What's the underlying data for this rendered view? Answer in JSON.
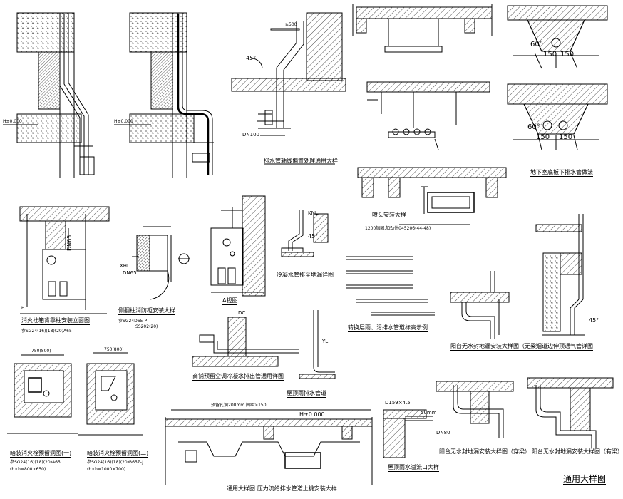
{
  "sheet_title": "通用大样图",
  "details": {
    "drain_offset": {
      "title": "排水管轴线偏置处理通用大样",
      "angle": "45°",
      "pipe": "DN100",
      "dim": "≥500"
    },
    "basement_drain": {
      "title": "地下室底板下排水管做法",
      "angle1": "60°",
      "d1a": "150",
      "d1b": "150",
      "angle2": "60°",
      "d2a": "150",
      "d2b": "150"
    },
    "sprinkler": {
      "title": "喷头安装大样",
      "note": "1200加固,加劲件045206(44-48)"
    },
    "hydrant_column": {
      "title": "消火栓箱背靠柱安装立面图",
      "pipe": "DN65",
      "ref": "参SG24(16)(18)(20)A65"
    },
    "side_cabinet": {
      "title": "侧翻柱消防柜安装大样",
      "ref": "参SG24D65-P",
      "ref2": "SS202(20)",
      "code": "XHL",
      "pipe": "DN65"
    },
    "view_a": {
      "title": "A视图"
    },
    "condensate_floor": {
      "title": "冷凝水管排至地漏详图",
      "angle": "45°",
      "code": "KNL"
    },
    "mark_example": {
      "title": "转换层雨、污排水管道标高示例"
    },
    "balcony_drain_nobeam": {
      "title": "阳台无水封地漏安装大样图（无梁）"
    },
    "flue_vent": {
      "title": "烟道边伸顶通气管详图",
      "angle": "45°"
    },
    "shop_ac": {
      "title": "商铺预留空调冷凝水排出管通用详图",
      "code": "DC"
    },
    "roof_rain": {
      "title": "屋顶雨排水管道",
      "code": "YL"
    },
    "hydrant_hole1": {
      "title": "暗装消火栓预留洞图(一)",
      "dim_top": "750(800)",
      "ref": "参SG24(16)(18)(20)A65",
      "size": "(b×h=800×650)"
    },
    "hydrant_hole2": {
      "title": "暗装消火栓预留洞图(二)",
      "dim_top": "750(800)",
      "ref": "参SG24(16)(18)(20)B65Z-J",
      "size": "(b×h=1000×700)"
    },
    "pressure_flow": {
      "title": "通用大样图:压力流给排水管道上挑安装大样",
      "level": "H±0.000",
      "note": "预留孔洞200mm   间距>150"
    },
    "roof_overflow": {
      "title": "屋顶雨水溢流口大样",
      "pipe": "D159×4.5",
      "dim": "50mm",
      "dn": "DN80"
    },
    "balcony_drain_through": {
      "title": "阳台无水封地漏安装大样图（穿梁）",
      "dn": "DN80"
    },
    "balcony_drain_beam": {
      "title": "阳台无水封地漏安装大样图（有梁）"
    },
    "elev_labels": {
      "l1": "H±0.000",
      "l2": "H±0.000",
      "l3": "H"
    }
  }
}
